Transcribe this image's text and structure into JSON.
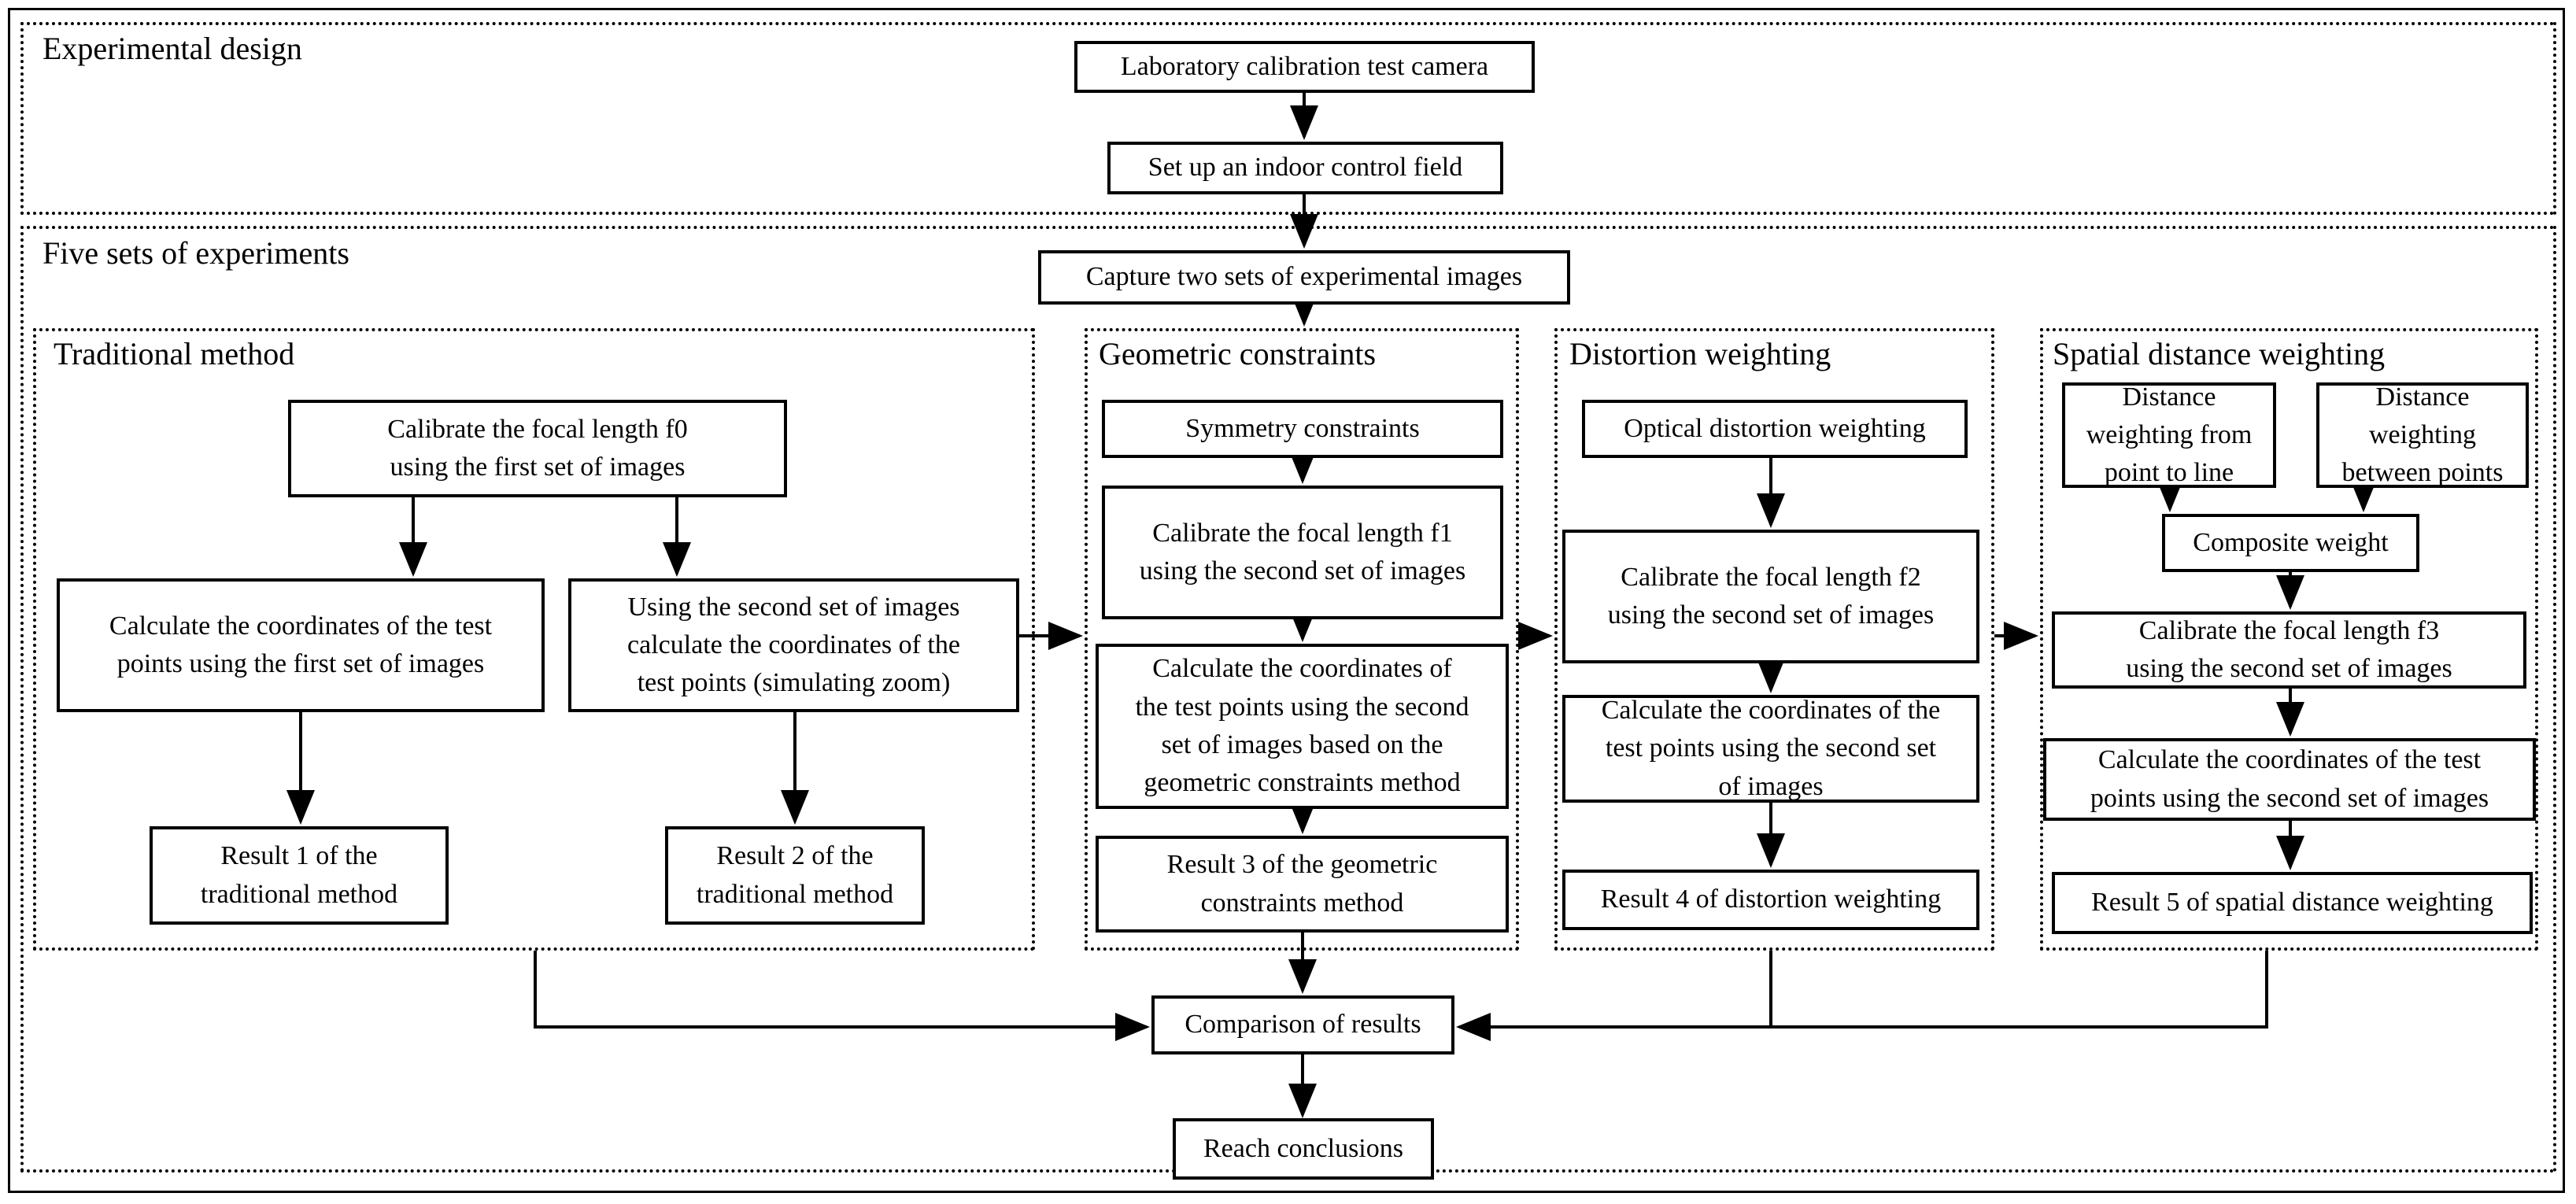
{
  "diagram": {
    "zones": {
      "experimental_design": "Experimental design",
      "five_sets": "Five sets of experiments"
    },
    "sections": {
      "traditional": "Traditional method",
      "geometric": "Geometric constraints",
      "distortion": "Distortion weighting",
      "spatial": "Spatial distance weighting"
    },
    "nodes": {
      "lab_camera": "Laboratory calibration test camera",
      "indoor_field": "Set up an indoor control field",
      "capture_images": "Capture two sets of experimental images",
      "calibrate_f0": "Calibrate the focal length f0\nusing the first set of images",
      "calc_coords_first": "Calculate the coordinates of the test\npoints using the first set of images",
      "calc_coords_zoom": "Using the second set of images\ncalculate the coordinates of the\ntest points (simulating zoom)",
      "result1": "Result 1 of the\ntraditional method",
      "result2": "Result 2 of the\ntraditional method",
      "symmetry": "Symmetry constraints",
      "calibrate_f1": "Calibrate the focal length f1\nusing the second set of images",
      "calc_coords_geometric": "Calculate the coordinates of\nthe test points using the second\nset of images based on the\ngeometric constraints method",
      "result3": "Result 3 of the geometric\nconstraints method",
      "optical_weighting": "Optical distortion weighting",
      "calibrate_f2": "Calibrate the focal length f2\nusing the second set of images",
      "calc_coords_distortion": "Calculate the coordinates of the\ntest points using the second set\nof images",
      "result4": "Result 4 of distortion weighting",
      "dist_point_line": "Distance\nweighting from\npoint to line",
      "dist_between_points": "Distance\nweighting\nbetween points",
      "composite_weight": "Composite weight",
      "calibrate_f3": "Calibrate the focal length f3\nusing the second set of images",
      "calc_coords_spatial": "Calculate the coordinates of the test\npoints using the second set of images",
      "result5": "Result 5 of spatial distance weighting",
      "comparison": "Comparison of results",
      "conclusions": "Reach conclusions"
    }
  }
}
